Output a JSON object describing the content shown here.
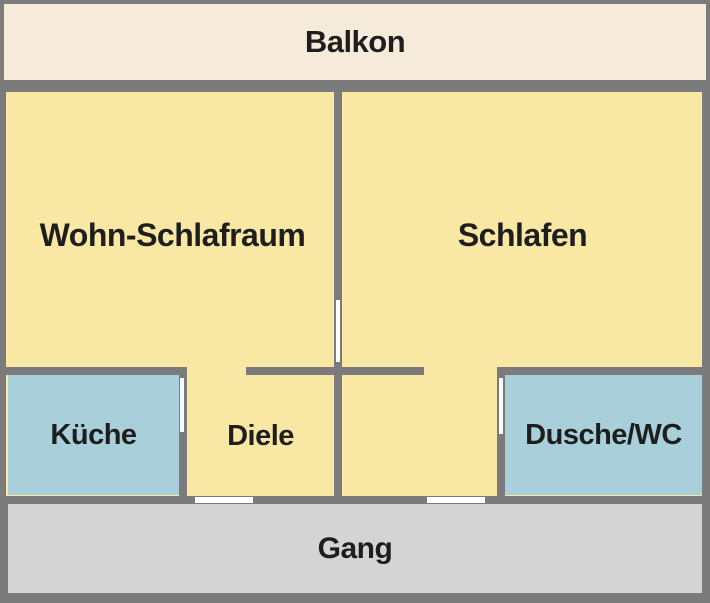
{
  "floorplan": {
    "rooms": {
      "balkon": "Balkon",
      "wohn_schlafraum": "Wohn-Schlafraum",
      "schlafen": "Schlafen",
      "kueche": "Küche",
      "diele": "Diele",
      "dusche_wc": "Dusche/WC",
      "gang": "Gang"
    },
    "colors": {
      "wall": "#7b7b7b",
      "balcony": "#f6ebdb",
      "living": "#f9e8a4",
      "wet_room": "#a9d0da",
      "corridor": "#d4d4d4",
      "door_opening": "#ffffff"
    }
  }
}
